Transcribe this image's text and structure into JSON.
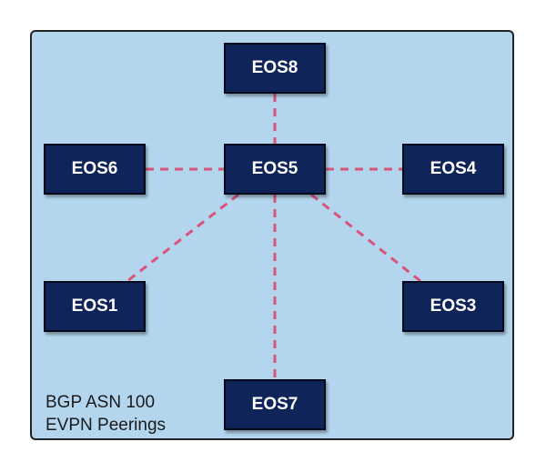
{
  "diagram": {
    "nodes": [
      {
        "id": "eos8",
        "label": "EOS8"
      },
      {
        "id": "eos5",
        "label": "EOS5"
      },
      {
        "id": "eos6",
        "label": "EOS6"
      },
      {
        "id": "eos4",
        "label": "EOS4"
      },
      {
        "id": "eos1",
        "label": "EOS1"
      },
      {
        "id": "eos3",
        "label": "EOS3"
      },
      {
        "id": "eos7",
        "label": "EOS7"
      }
    ],
    "links": [
      {
        "from": "EOS5",
        "to": "EOS8"
      },
      {
        "from": "EOS5",
        "to": "EOS6"
      },
      {
        "from": "EOS5",
        "to": "EOS4"
      },
      {
        "from": "EOS5",
        "to": "EOS1"
      },
      {
        "from": "EOS5",
        "to": "EOS3"
      },
      {
        "from": "EOS5",
        "to": "EOS7"
      }
    ],
    "caption_line1": "BGP ASN 100",
    "caption_line2": "EVPN Peerings"
  },
  "colors": {
    "background": "#b3d6ee",
    "node_fill": "#0f2459",
    "link": "#d9537a"
  }
}
